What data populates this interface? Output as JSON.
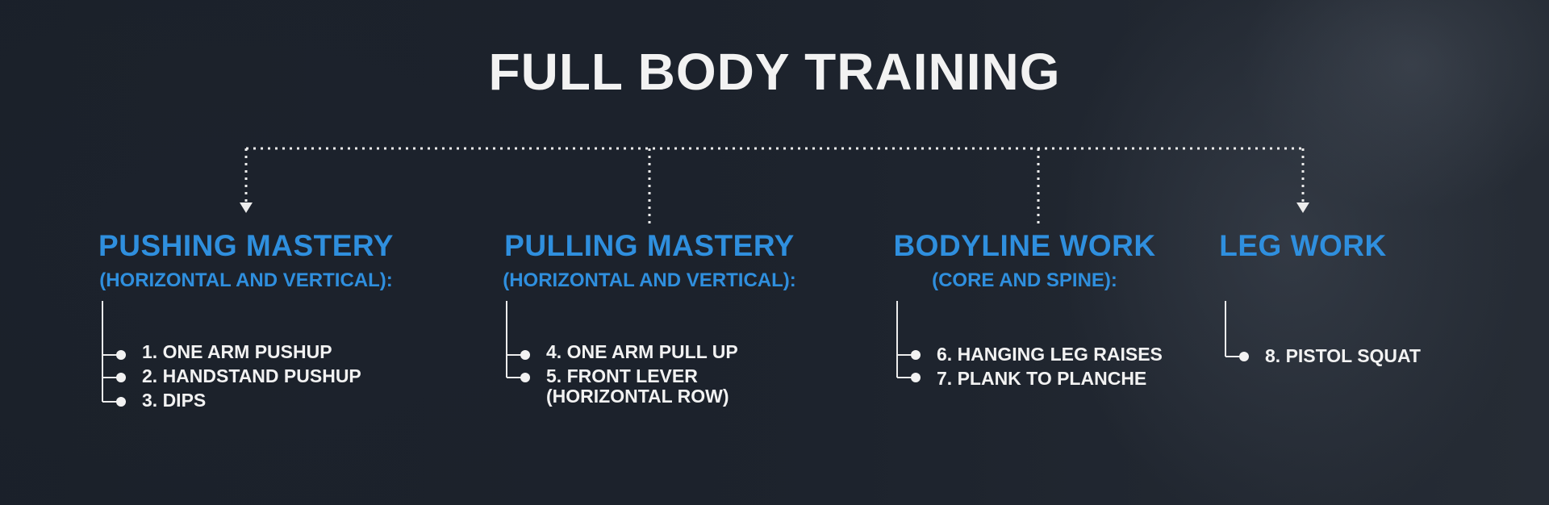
{
  "title": "FULL BODY TRAINING",
  "columns": [
    {
      "heading": "PUSHING MASTERY",
      "subheading": "(HORIZONTAL AND VERTICAL):",
      "items": [
        "1. ONE ARM PUSHUP",
        "2. HANDSTAND PUSHUP",
        "3. DIPS"
      ]
    },
    {
      "heading": "PULLING MASTERY",
      "subheading": "(HORIZONTAL AND VERTICAL):",
      "items": [
        "4. ONE ARM PULL UP",
        "5. FRONT LEVER",
        "(HORIZONTAL ROW)"
      ]
    },
    {
      "heading": "BODYLINE WORK",
      "subheading": "(CORE AND SPINE):",
      "items": [
        "6. HANGING LEG RAISES",
        "7. PLANK TO PLANCHE"
      ]
    },
    {
      "heading": "LEG WORK",
      "subheading": "",
      "items": [
        "8. PISTOL SQUAT"
      ]
    }
  ],
  "colors": {
    "background": "#1b212b",
    "heading": "#2f8fde",
    "text": "#f2f2f2"
  }
}
